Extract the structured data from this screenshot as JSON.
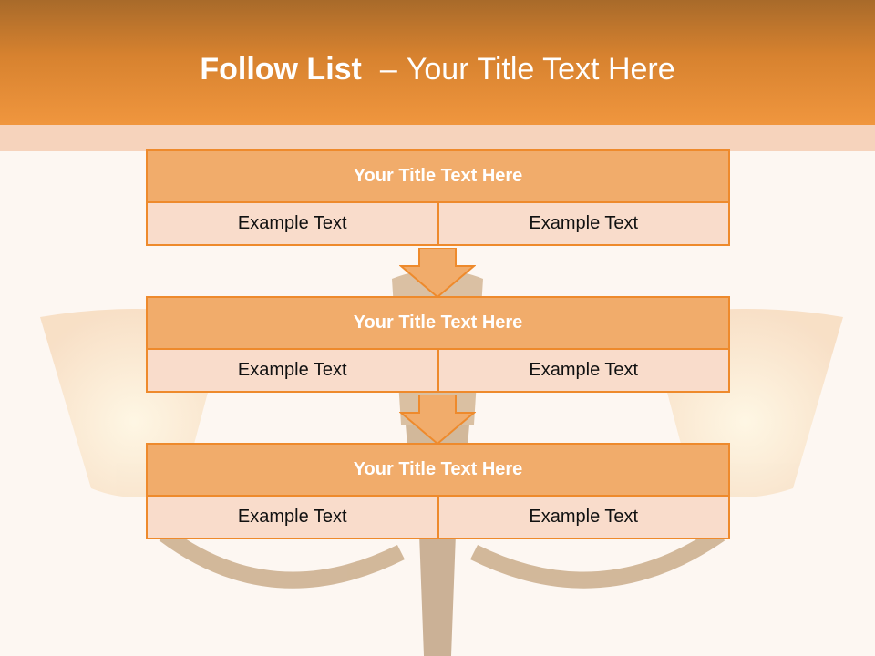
{
  "header": {
    "title_bold": "Follow List",
    "title_separator": "–",
    "title_rest": "Your Title Text Here"
  },
  "blocks": [
    {
      "title": "Your Title Text Here",
      "cells": [
        "Example Text",
        "Example Text"
      ]
    },
    {
      "title": "Your Title Text Here",
      "cells": [
        "Example Text",
        "Example Text"
      ]
    },
    {
      "title": "Your Title Text Here",
      "cells": [
        "Example Text",
        "Example Text"
      ]
    }
  ],
  "colors": {
    "accent": "#ee8a2c",
    "title_fill": "#f1ac6b",
    "cell_fill": "#f9dccb",
    "header_top": "#a86a2a",
    "header_bottom": "#f0963e"
  },
  "icons": [
    "down-arrow-icon",
    "lamp-illustration"
  ]
}
